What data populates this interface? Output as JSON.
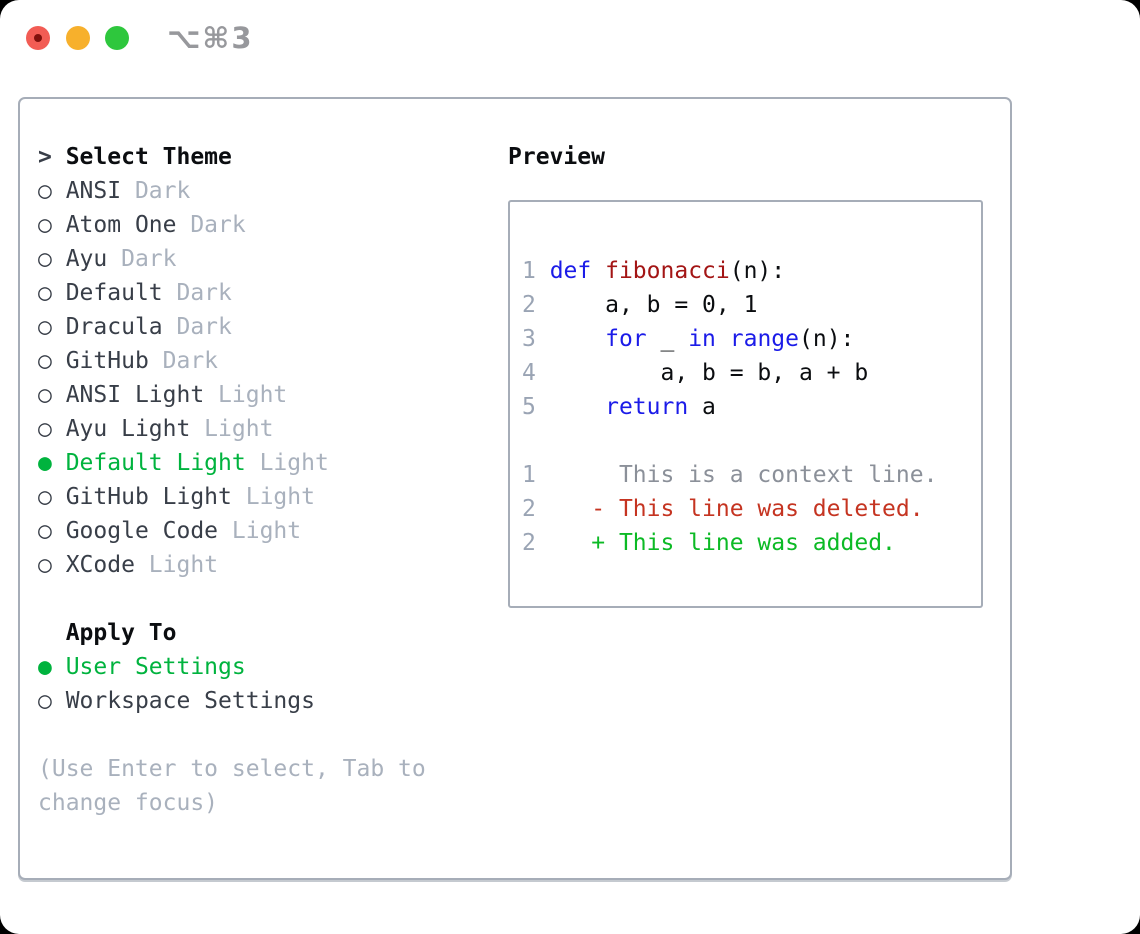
{
  "window": {
    "shortcut_title": "⌥⌘3"
  },
  "colors": {
    "page_bg": "#000000",
    "window_bg": "#ffffff",
    "border": "#a6adb8",
    "text_black": "#0b0d10",
    "text_dark": "#383e48",
    "text_muted": "#a9b1bd",
    "ui_green": "#00b33e",
    "line_number": "#9aa4b4",
    "keyword_blue": "#1b1be8",
    "function_maroon": "#a31515",
    "diff_red": "#c53421",
    "diff_green": "#0cba25",
    "diff_context": "#8b9099",
    "titlebar_text": "#97989c",
    "traffic_red": "#f25c54",
    "traffic_red_dot": "#7f100c",
    "traffic_yellow": "#f7b02c",
    "traffic_green": "#2ec73d"
  },
  "theme_panel": {
    "header_marker": ">",
    "header": "Select Theme",
    "unselected_marker": "○",
    "selected_marker": "●",
    "items": [
      {
        "name": "ANSI",
        "variant": "Dark",
        "selected": false
      },
      {
        "name": "Atom One",
        "variant": "Dark",
        "selected": false
      },
      {
        "name": "Ayu",
        "variant": "Dark",
        "selected": false
      },
      {
        "name": "Default",
        "variant": "Dark",
        "selected": false
      },
      {
        "name": "Dracula",
        "variant": "Dark",
        "selected": false
      },
      {
        "name": "GitHub",
        "variant": "Dark",
        "selected": false
      },
      {
        "name": "ANSI Light",
        "variant": "Light",
        "selected": false
      },
      {
        "name": "Ayu Light",
        "variant": "Light",
        "selected": false
      },
      {
        "name": "Default Light",
        "variant": "Light",
        "selected": true
      },
      {
        "name": "GitHub Light",
        "variant": "Light",
        "selected": false
      },
      {
        "name": "Google Code",
        "variant": "Light",
        "selected": false
      },
      {
        "name": "XCode",
        "variant": "Light",
        "selected": false
      }
    ],
    "apply_header": "Apply To",
    "apply_options": [
      {
        "label": "User Settings",
        "selected": true
      },
      {
        "label": "Workspace Settings",
        "selected": false
      }
    ],
    "help_lines": [
      "(Use Enter to select, Tab to",
      "change focus)"
    ]
  },
  "preview": {
    "header": "Preview",
    "code_lines": [
      {
        "num": "1",
        "tokens": [
          {
            "text": "def",
            "style": "keyword"
          },
          {
            "text": " ",
            "style": "plain"
          },
          {
            "text": "fibonacci",
            "style": "function"
          },
          {
            "text": "(n):",
            "style": "plain"
          }
        ]
      },
      {
        "num": "2",
        "tokens": [
          {
            "text": "    a, b = 0, 1",
            "style": "plain"
          }
        ]
      },
      {
        "num": "3",
        "tokens": [
          {
            "text": "    ",
            "style": "plain"
          },
          {
            "text": "for",
            "style": "keyword"
          },
          {
            "text": " _ ",
            "style": "plain"
          },
          {
            "text": "in",
            "style": "keyword"
          },
          {
            "text": " ",
            "style": "plain"
          },
          {
            "text": "range",
            "style": "keyword"
          },
          {
            "text": "(n):",
            "style": "plain"
          }
        ]
      },
      {
        "num": "4",
        "tokens": [
          {
            "text": "        a, b = b, a + b",
            "style": "plain"
          }
        ]
      },
      {
        "num": "5",
        "tokens": [
          {
            "text": "    ",
            "style": "plain"
          },
          {
            "text": "return",
            "style": "keyword"
          },
          {
            "text": " a",
            "style": "plain"
          }
        ]
      }
    ],
    "diff_lines": [
      {
        "num": "1",
        "kind": "context",
        "text": "      This is a context line."
      },
      {
        "num": "2",
        "kind": "deleted",
        "text": "    - This line was deleted."
      },
      {
        "num": "2",
        "kind": "added",
        "text": "    + This line was added."
      }
    ]
  }
}
